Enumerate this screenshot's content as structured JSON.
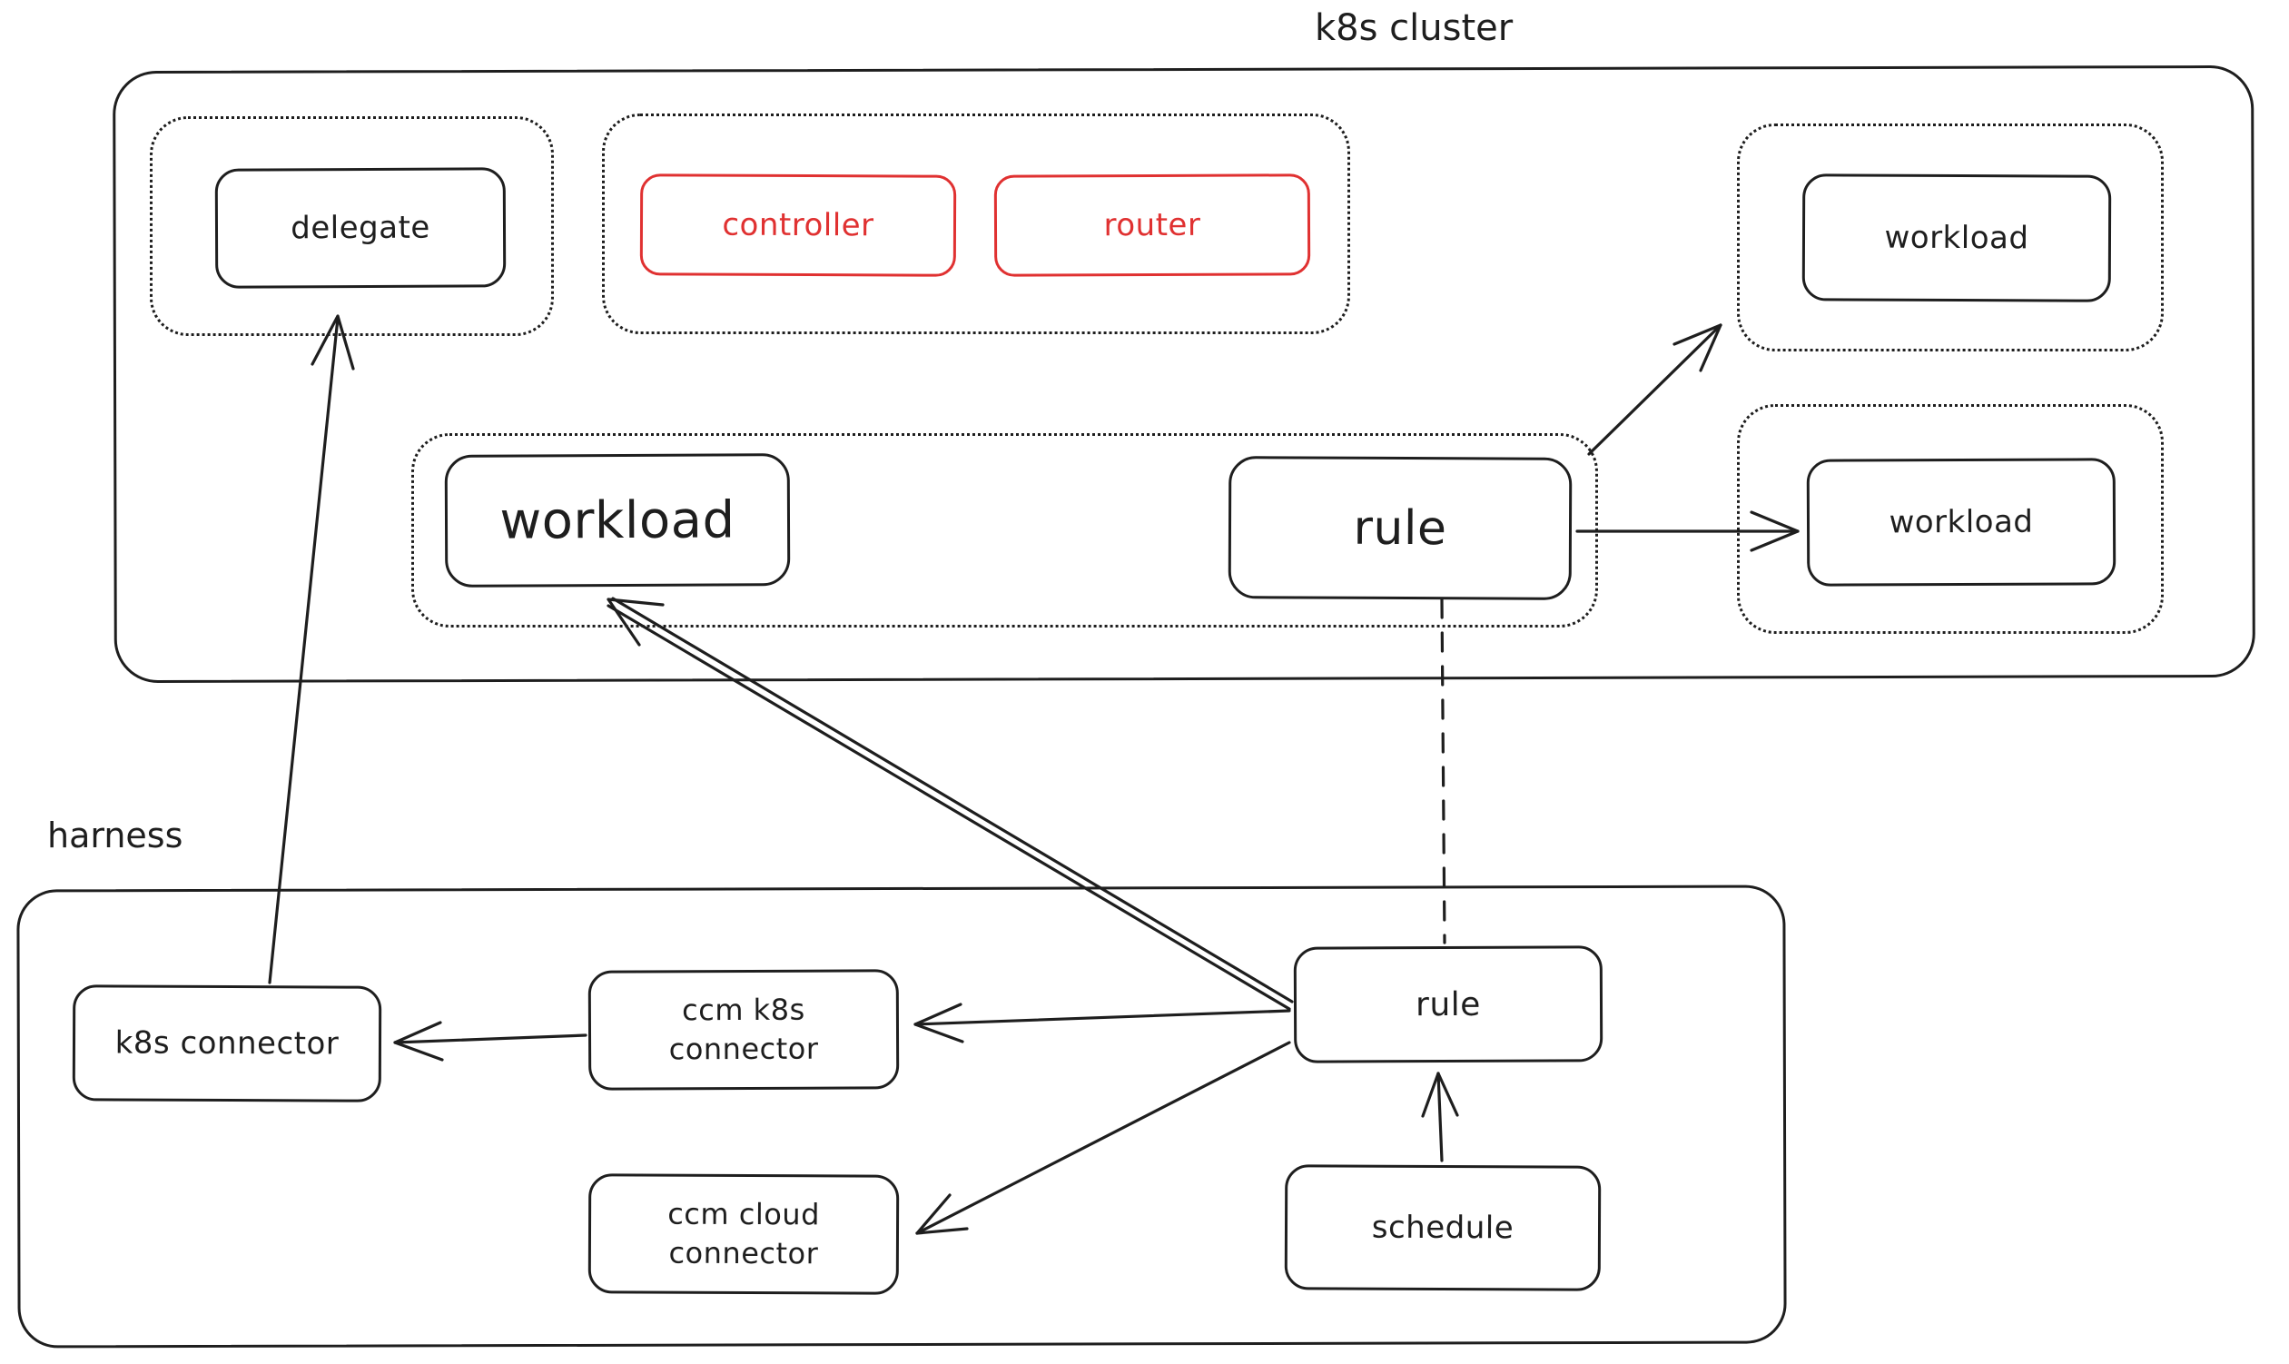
{
  "diagram": {
    "colors": {
      "stroke": "#1e1e1e",
      "accent_red": "#e03131",
      "background": "#ffffff"
    },
    "clusters": {
      "k8s_cluster": {
        "label": "k8s cluster"
      },
      "harness": {
        "label": "harness"
      }
    },
    "nodes": {
      "delegate": {
        "label": "delegate"
      },
      "controller": {
        "label": "controller",
        "color": "#e03131"
      },
      "router": {
        "label": "router",
        "color": "#e03131"
      },
      "workload_top_right": {
        "label": "workload"
      },
      "workload_mid_right": {
        "label": "workload"
      },
      "workload_main": {
        "label": "workload"
      },
      "rule_cluster": {
        "label": "rule"
      },
      "k8s_connector": {
        "label": "k8s connector"
      },
      "ccm_k8s_connector": {
        "label": "ccm k8s connector"
      },
      "ccm_cloud_connector": {
        "label": "ccm cloud connector"
      },
      "rule_harness": {
        "label": "rule"
      },
      "schedule": {
        "label": "schedule"
      }
    },
    "edges": [
      {
        "from": "k8s_connector",
        "to": "delegate",
        "style": "solid",
        "arrow": true
      },
      {
        "from": "rule_harness",
        "to": "workload_main",
        "style": "solid-double",
        "arrow": true
      },
      {
        "from": "rule_cluster",
        "to": "workload_top_right",
        "style": "solid",
        "arrow": true
      },
      {
        "from": "rule_cluster",
        "to": "workload_mid_right",
        "style": "solid",
        "arrow": true
      },
      {
        "from": "rule_cluster",
        "to": "rule_harness",
        "style": "dashed",
        "arrow": false
      },
      {
        "from": "rule_harness",
        "to": "ccm_k8s_connector",
        "style": "solid",
        "arrow": true
      },
      {
        "from": "rule_harness",
        "to": "ccm_cloud_connector",
        "style": "solid",
        "arrow": true
      },
      {
        "from": "ccm_k8s_connector",
        "to": "k8s_connector",
        "style": "solid",
        "arrow": true
      },
      {
        "from": "schedule",
        "to": "rule_harness",
        "style": "solid",
        "arrow": true
      }
    ]
  }
}
